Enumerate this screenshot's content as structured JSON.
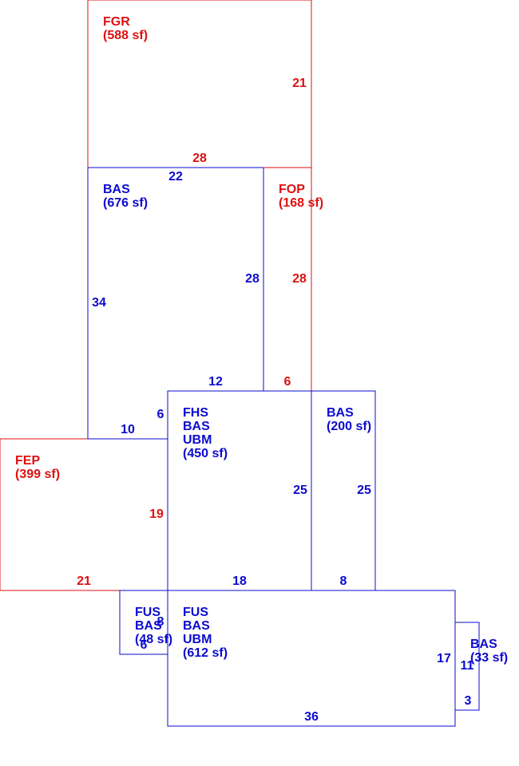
{
  "colors": {
    "red": "#dd1111",
    "blue": "#0b0bd0",
    "background": "#ffffff"
  },
  "areas": {
    "fgr": {
      "line1": "FGR",
      "line2": "(588 sf)"
    },
    "bas_676": {
      "line1": "BAS",
      "line2": "(676 sf)"
    },
    "fop": {
      "line1": "FOP",
      "line2": "(168 sf)"
    },
    "fhs": {
      "line1": "FHS",
      "line2": "BAS",
      "line3": "UBM",
      "line4": "(450 sf)"
    },
    "bas_200": {
      "line1": "BAS",
      "line2": "(200 sf)"
    },
    "fep": {
      "line1": "FEP",
      "line2": "(399 sf)"
    },
    "fus_small": {
      "line1": "FUS",
      "line2": "BAS",
      "line3": "(48 sf)"
    },
    "fus_main": {
      "line1": "FUS",
      "line2": "BAS",
      "line3": "UBM",
      "line4": "(612 sf)"
    },
    "bas_33": {
      "line1": "BAS",
      "line2": "(33 sf)"
    }
  },
  "dimensions": {
    "fgr_right": "21",
    "fgr_bottom": "28",
    "bas676_top": "22",
    "bas676_left": "34",
    "bas676_right": "28",
    "bas676_bottom_12": "12",
    "bas676_step_6": "6",
    "bas676_bottom_10": "10",
    "fop_right": "28",
    "fop_bottom": "6",
    "fhs_right": "25",
    "fhs_bottom": "18",
    "bas200_right": "25",
    "bas200_bottom": "8",
    "fep_right": "19",
    "fep_bottom": "21",
    "fus_small_side": "8",
    "fus_small_bottom": "6",
    "fus_main_right": "17",
    "fus_main_bottom": "36",
    "bas33_side": "11",
    "bas33_bottom": "3"
  }
}
